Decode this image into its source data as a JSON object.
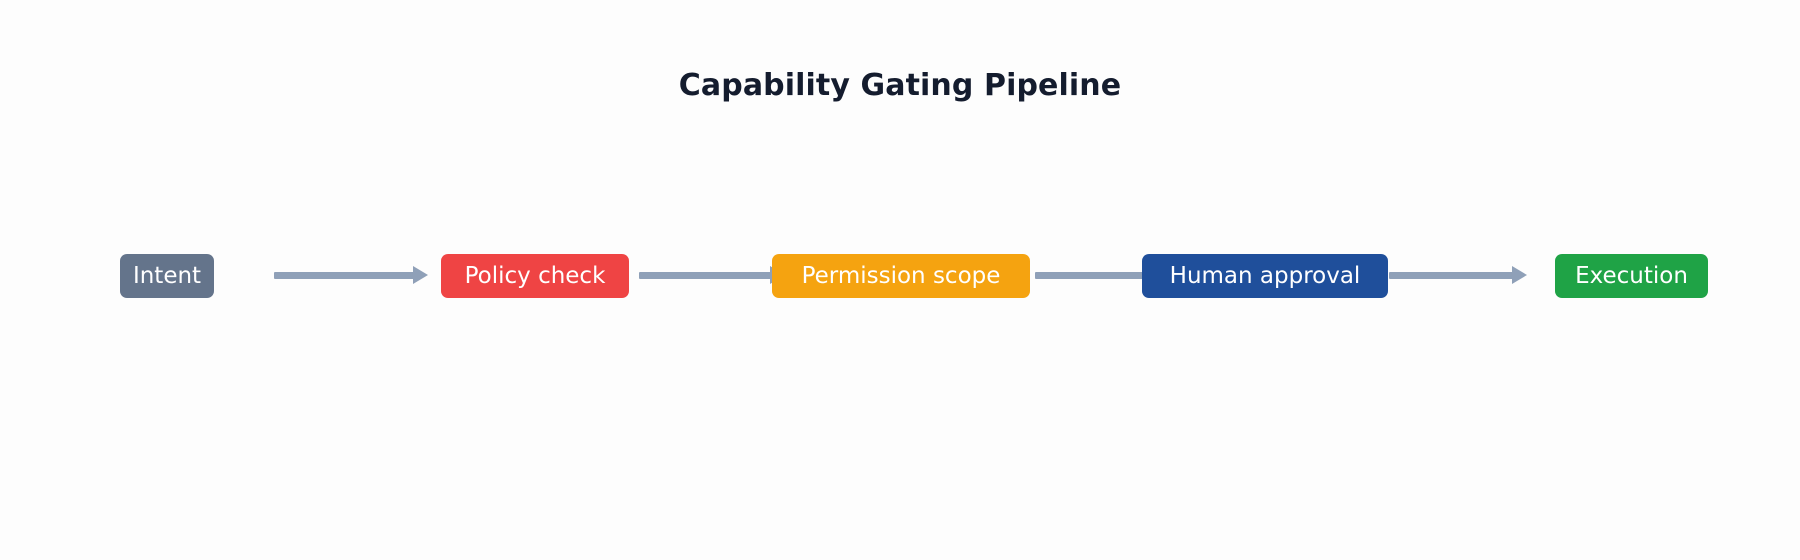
{
  "diagram": {
    "title": "Capability Gating Pipeline",
    "type": "flowchart",
    "orientation": "left-to-right",
    "background_color": "#fdfdfd",
    "title_color": "#141c2e",
    "connector_color": "#8fa0b8",
    "node_label_color": "#ffffff",
    "nodes": [
      {
        "id": "intent",
        "label": "Intent",
        "color": "#64748b",
        "order": 1
      },
      {
        "id": "policy-check",
        "label": "Policy check",
        "color": "#ef4444",
        "order": 2
      },
      {
        "id": "permission-scope",
        "label": "Permission scope",
        "color": "#f5a310",
        "order": 3
      },
      {
        "id": "human-approval",
        "label": "Human approval",
        "color": "#1f4f9b",
        "order": 4
      },
      {
        "id": "execution",
        "label": "Execution",
        "color": "#1fa346",
        "order": 5
      }
    ],
    "edges": [
      {
        "id": "edge-1",
        "from": "intent",
        "to": "policy-check",
        "arrow": true
      },
      {
        "id": "edge-2",
        "from": "policy-check",
        "to": "permission-scope",
        "arrow": true
      },
      {
        "id": "edge-3",
        "from": "permission-scope",
        "to": "human-approval",
        "arrow": true
      },
      {
        "id": "edge-4",
        "from": "human-approval",
        "to": "execution",
        "arrow": true
      }
    ]
  }
}
